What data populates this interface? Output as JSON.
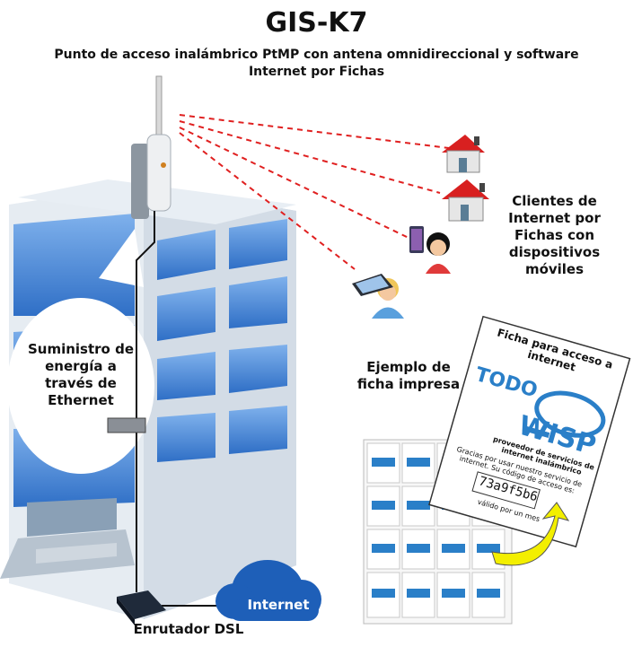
{
  "header": {
    "title": "GIS-K7",
    "subtitle": "Punto de acceso inalámbrico PtMP con antena omnidireccional y software Internet por Fichas"
  },
  "labels": {
    "power": "Suministro de energía a través de Ethernet",
    "clients": "Clientes de Internet por Fichas con dispositivos móviles",
    "example": "Ejemplo de ficha impresa",
    "router": "Enrutador DSL",
    "cloud": "Internet"
  },
  "voucher": {
    "header": "Ficha para acceso a internet",
    "brand_top": "TODO",
    "brand_bottom": "WISP",
    "tagline": "proveedor de servicios de internet inalámbrico",
    "thanks": "Gracias por usar nuestro servicio de internet. Su código de acceso es:",
    "code": "73a9f5b6",
    "validity": "válido por un mes"
  },
  "colors": {
    "glass": "#3d7fd6",
    "building": "#e3eaf2",
    "wifi_link": "#e02020",
    "cloud": "#1e5fb8",
    "arrow": "#f3ef00"
  }
}
